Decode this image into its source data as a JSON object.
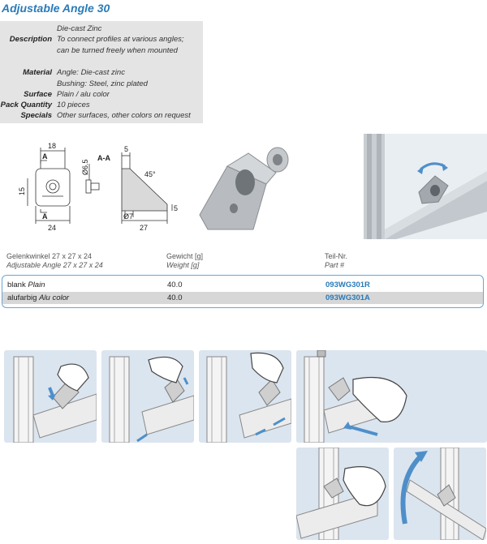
{
  "title": "Adjustable Angle 30",
  "specs": [
    {
      "label": "",
      "value": "Die-cast Zinc"
    },
    {
      "label": "Description",
      "value": "To connect profiles at various angles;"
    },
    {
      "label": "",
      "value": "can be turned freely when mounted"
    },
    {
      "label": "Material",
      "value": "Angle: Die-cast zinc"
    },
    {
      "label": "",
      "value": "Bushing: Steel, zinc plated"
    },
    {
      "label": "Surface",
      "value": "Plain / alu color"
    },
    {
      "label": "Pack Quantity",
      "value": "10 pieces"
    },
    {
      "label": "Specials",
      "value": "Other surfaces, other colors on request"
    }
  ],
  "drawing": {
    "dim_width_top": "18",
    "dim_height_left": "15",
    "dim_width_bottom": "24",
    "dim_hole": "Ø6.5",
    "section_mark": "A",
    "section_label": "A-A",
    "dim_5_top": "5",
    "dim_angle": "45°",
    "dim_7": "Ø7",
    "dim_27": "27",
    "dim_5_right": "5"
  },
  "table": {
    "headers": {
      "col1_de": "Gelenkwinkel 27 x 27 x 24",
      "col1_en": "Adjustable Angle 27 x 27 x 24",
      "col2_de": "Gewicht [g]",
      "col2_en": "Weight [g]",
      "col3_de": "Teil-Nr.",
      "col3_en": "Part #"
    },
    "rows": [
      {
        "finish_de": "blank",
        "finish_en": "Plain",
        "weight": "40.0",
        "part": "093WG301R"
      },
      {
        "finish_de": "alufarbig",
        "finish_en": "Alu color",
        "weight": "40.0",
        "part": "093WG301A"
      }
    ]
  },
  "colors": {
    "accent": "#2a7ab8",
    "panel": "#e4e4e4",
    "step_bg": "#dbe5ef",
    "arrow": "#4f8fc9"
  }
}
